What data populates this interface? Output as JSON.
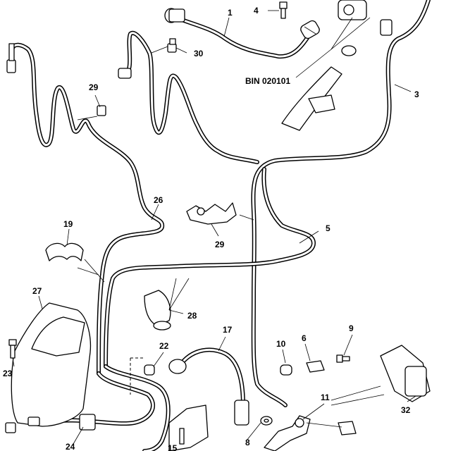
{
  "figure": {
    "reference_code": "BIN 020101"
  },
  "callouts": [
    {
      "id": "c1",
      "label": "1"
    },
    {
      "id": "c3",
      "label": "3"
    },
    {
      "id": "c4",
      "label": "4"
    },
    {
      "id": "c5",
      "label": "5"
    },
    {
      "id": "c6",
      "label": "6"
    },
    {
      "id": "c8",
      "label": "8"
    },
    {
      "id": "c9",
      "label": "9"
    },
    {
      "id": "c10",
      "label": "10"
    },
    {
      "id": "c11",
      "label": "11"
    },
    {
      "id": "c15",
      "label": "15"
    },
    {
      "id": "c17",
      "label": "17"
    },
    {
      "id": "c19",
      "label": "19"
    },
    {
      "id": "c22",
      "label": "22"
    },
    {
      "id": "c23",
      "label": "23"
    },
    {
      "id": "c24",
      "label": "24"
    },
    {
      "id": "c26",
      "label": "26"
    },
    {
      "id": "c27",
      "label": "27"
    },
    {
      "id": "c28",
      "label": "28"
    },
    {
      "id": "c29a",
      "label": "29"
    },
    {
      "id": "c29b",
      "label": "29"
    },
    {
      "id": "c30",
      "label": "30"
    },
    {
      "id": "c32",
      "label": "32"
    }
  ]
}
